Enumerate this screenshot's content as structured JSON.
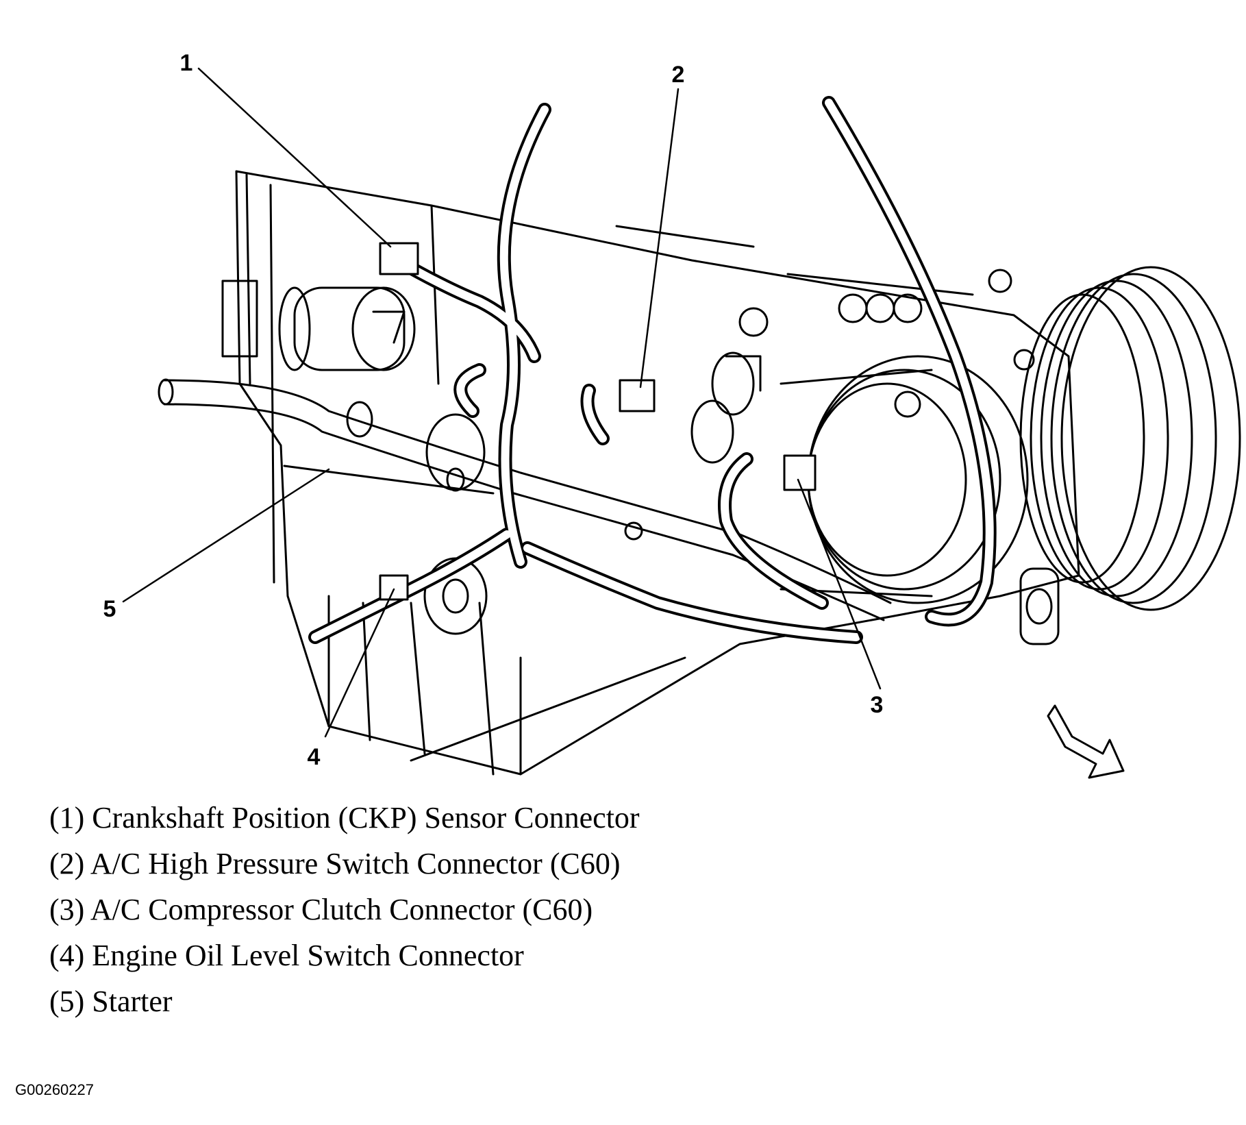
{
  "callouts": [
    "1",
    "2",
    "3",
    "4",
    "5"
  ],
  "legend": [
    "(1) Crankshaft Position (CKP) Sensor Connector",
    "(2) A/C High Pressure Switch Connector (C60)",
    "(3) A/C Compressor Clutch Connector (C60)",
    "(4) Engine Oil Level Switch Connector",
    "(5) Starter"
  ],
  "figure_id": "G00260227",
  "colors": {
    "ink": "#000000",
    "paper": "#ffffff"
  }
}
